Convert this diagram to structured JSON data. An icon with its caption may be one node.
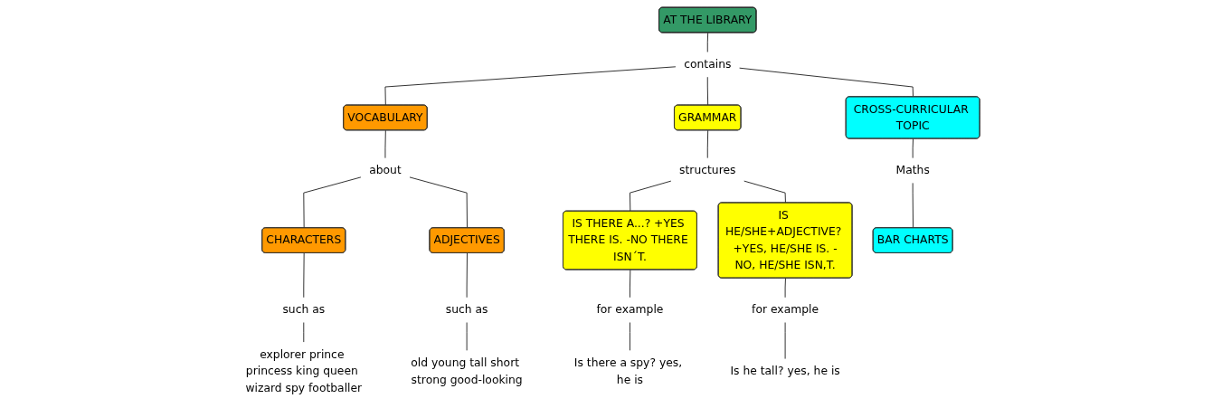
{
  "diagram": {
    "nodes": [
      {
        "text": [
          "AT THE LIBRARY"
        ]
      },
      {
        "text": [
          "contains"
        ]
      },
      {
        "text": [
          "VOCABULARY"
        ]
      },
      {
        "text": [
          "GRAMMAR"
        ]
      },
      {
        "text": [
          "CROSS-CURRICULAR TOPIC"
        ]
      },
      {
        "text": [
          "about"
        ]
      },
      {
        "text": [
          "CHARACTERS"
        ]
      },
      {
        "text": [
          "ADJECTIVES"
        ]
      },
      {
        "text": [
          "such as"
        ]
      },
      {
        "text": [
          "explorer prince princess king queen wizard spy footballer"
        ]
      },
      {
        "text": [
          "such as"
        ]
      },
      {
        "text": [
          "old young tall short strong good-looking"
        ]
      },
      {
        "text": [
          "structures"
        ]
      },
      {
        "text": [
          "IS THERE A...? +YES THERE IS. -NO THERE ISN´T."
        ]
      },
      {
        "text": [
          "IS HE/SHE+ADJECTIVE? +YES, HE/SHE IS. -NO, HE/SHE ISN,T."
        ]
      },
      {
        "text": [
          "for example"
        ]
      },
      {
        "text": [
          "Is there a spy? yes, he is"
        ]
      },
      {
        "text": [
          "for example"
        ]
      },
      {
        "text": [
          "Is he tall? yes, he is"
        ]
      },
      {
        "text": [
          "Maths"
        ]
      },
      {
        "text": [
          "BAR CHARTS"
        ]
      }
    ],
    "edges": [
      {
        "from": 0,
        "to": 1,
        "arrow": "none"
      },
      {
        "from": 1,
        "to": 2,
        "arrow": "none"
      },
      {
        "from": 1,
        "to": 3,
        "arrow": "none"
      },
      {
        "from": 1,
        "to": 4,
        "arrow": "none"
      },
      {
        "from": 2,
        "to": 5,
        "arrow": "none"
      },
      {
        "from": 5,
        "to": 6,
        "arrow": "none"
      },
      {
        "from": 5,
        "to": 7,
        "arrow": "none"
      },
      {
        "from": 6,
        "to": 8,
        "arrow": "none"
      },
      {
        "from": 8,
        "to": 9,
        "arrow": "none"
      },
      {
        "from": 7,
        "to": 10,
        "arrow": "none"
      },
      {
        "from": 10,
        "to": 11,
        "arrow": "none"
      },
      {
        "from": 3,
        "to": 12,
        "arrow": "none"
      },
      {
        "from": 12,
        "to": 13,
        "arrow": "none"
      },
      {
        "from": 12,
        "to": 14,
        "arrow": "none"
      },
      {
        "from": 13,
        "to": 15,
        "arrow": "none"
      },
      {
        "from": 15,
        "to": 16,
        "arrow": "none"
      },
      {
        "from": 14,
        "to": 17,
        "arrow": "none"
      },
      {
        "from": 17,
        "to": 18,
        "arrow": "none"
      },
      {
        "from": 4,
        "to": 19,
        "arrow": "none"
      },
      {
        "from": 19,
        "to": 20,
        "arrow": "none"
      }
    ]
  }
}
